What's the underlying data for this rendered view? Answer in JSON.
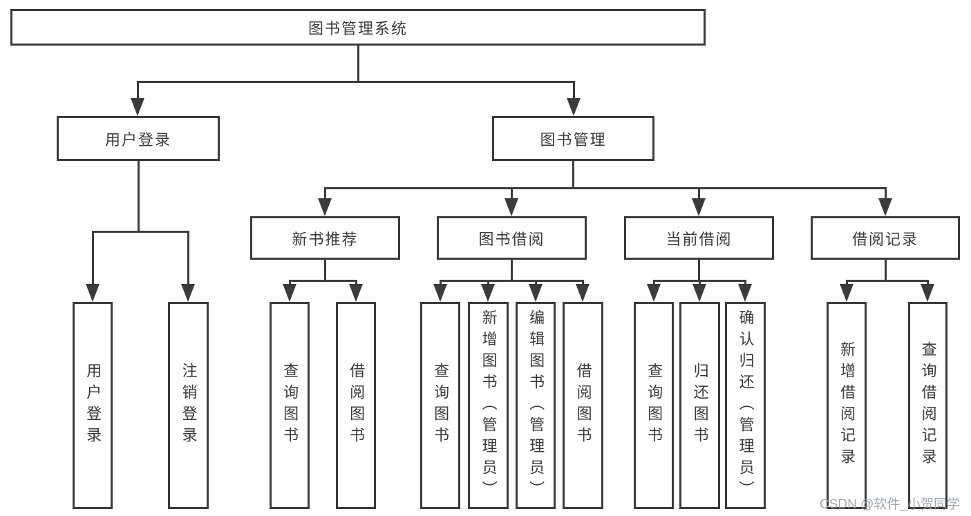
{
  "tree": {
    "label": "图书管理系统",
    "children": [
      {
        "label": "用户登录",
        "children": [
          {
            "label": "用户登录"
          },
          {
            "label": "注销登录"
          }
        ]
      },
      {
        "label": "图书管理",
        "children": [
          {
            "label": "新书推荐",
            "children": [
              {
                "label": "查询图书"
              },
              {
                "label": "借阅图书"
              }
            ]
          },
          {
            "label": "图书借阅",
            "children": [
              {
                "label": "查询图书"
              },
              {
                "label": "新增图书（管理员）"
              },
              {
                "label": "编辑图书（管理员）"
              },
              {
                "label": "借阅图书"
              }
            ]
          },
          {
            "label": "当前借阅",
            "children": [
              {
                "label": "查询图书"
              },
              {
                "label": "归还图书"
              },
              {
                "label": "确认归还（管理员）"
              }
            ]
          },
          {
            "label": "借阅记录",
            "children": [
              {
                "label": "新增借阅记录"
              },
              {
                "label": "查询借阅记录"
              }
            ]
          }
        ]
      }
    ]
  },
  "watermark": {
    "text": "CSDN @软件_小贺同学"
  },
  "colors": {
    "line": "#3b3b3b",
    "text": "#3a3a3a",
    "background": "#ffffff",
    "watermark": "#989fa8"
  }
}
